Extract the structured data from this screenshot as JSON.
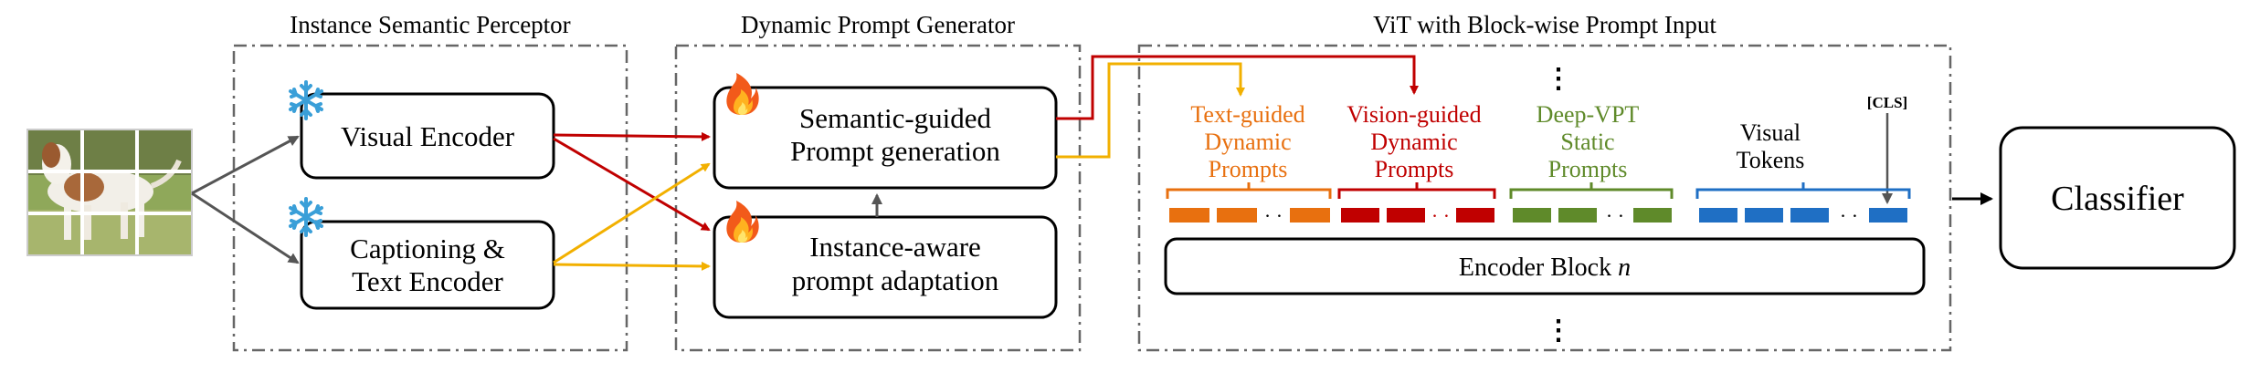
{
  "sections": {
    "perceptor": "Instance Semantic Perceptor",
    "generator": "Dynamic Prompt Generator",
    "vit": "ViT with Block-wise Prompt Input"
  },
  "boxes": {
    "visual_encoder": "Visual Encoder",
    "captioning_1": "Captioning &",
    "captioning_2": "Text Encoder",
    "semantic_1": "Semantic-guided",
    "semantic_2": "Prompt generation",
    "instance_1": "Instance-aware",
    "instance_2": "prompt adaptation",
    "encoder_block": "Encoder Block",
    "encoder_block_n": "n",
    "classifier": "Classifier"
  },
  "prompts": {
    "text_guided": [
      "Text-guided",
      "Dynamic",
      "Prompts"
    ],
    "vision_guided": [
      "Vision-guided",
      "Dynamic",
      "Prompts"
    ],
    "deep_vpt": [
      "Deep-VPT",
      "Static",
      "Prompts"
    ],
    "visual_tokens": [
      "Visual",
      "Tokens"
    ],
    "cls": "[CLS]"
  },
  "colors": {
    "text_guided": "#e8700f",
    "vision_guided": "#c00000",
    "deep_vpt": "#5f8a2a",
    "visual_tokens": "#1f6fc4",
    "arrow_red": "#c00000",
    "arrow_yellow": "#f2b000",
    "arrow_gray": "#555555"
  },
  "icons": [
    "snowflake-icon",
    "fire-icon",
    "dog-photo"
  ]
}
